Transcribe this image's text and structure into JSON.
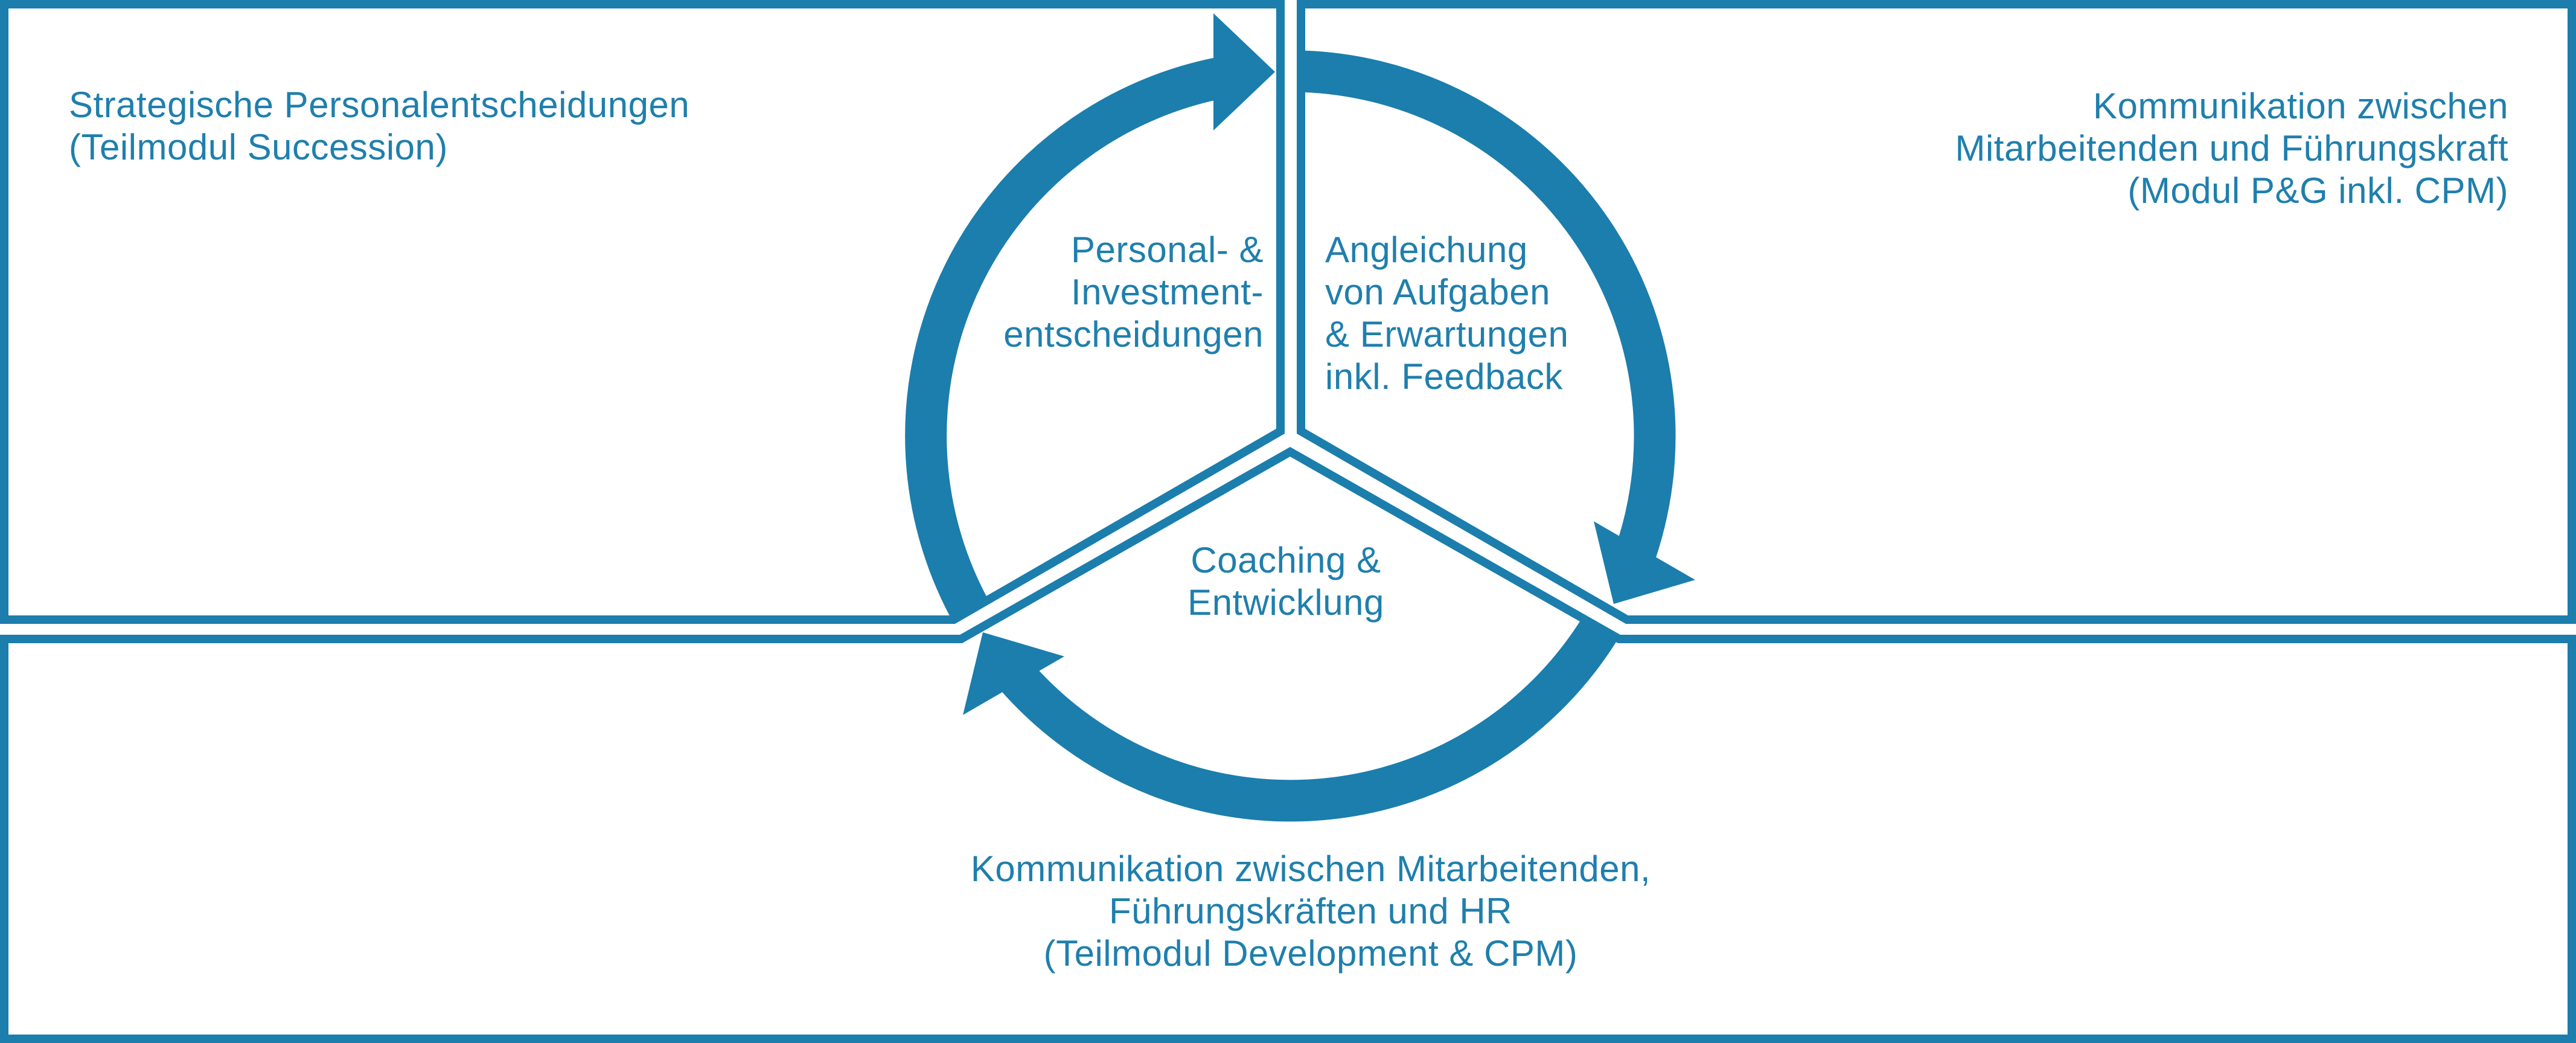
{
  "colors": {
    "accent": "#1b7ead",
    "text": "#1f7fad",
    "background": "#ffffff"
  },
  "diagram": {
    "type": "cycle-diagram",
    "cycle_direction": "clockwise",
    "boxes": {
      "top_left": {
        "label": "Strategische Personalentscheidungen\n(Teilmodul Succession)"
      },
      "top_right": {
        "label": "Kommunikation zwischen\nMitarbeitenden und Führungskraft\n(Modul P&G inkl. CPM)"
      },
      "bottom": {
        "label": "Kommunikation zwischen Mitarbeitenden,\nFührungskräften und HR\n(Teilmodul Development & CPM)"
      }
    },
    "cycle": {
      "segments": [
        {
          "id": "left",
          "label": "Personal- &\nInvestment-\nentscheidungen"
        },
        {
          "id": "right",
          "label": "Angleichung\nvon Aufgaben\n& Erwartungen\ninkl. Feedback"
        },
        {
          "id": "bottom",
          "label": "Coaching &\nEntwicklung"
        }
      ]
    }
  }
}
